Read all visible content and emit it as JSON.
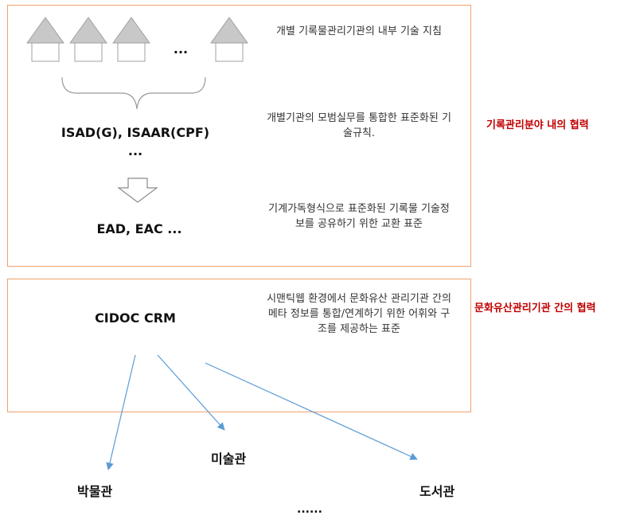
{
  "top_section": {
    "row1_desc": "개별 기록물관리기관의 내부 기술 지침",
    "houses_ellipsis": "...",
    "standards_label": "ISAD(G), ISAAR(CPF)",
    "standards_ellipsis": "...",
    "row2_desc": "개별기관의 모범실무를 통합한 표준화된 기술규칙.",
    "exchange_label": "EAD, EAC ...",
    "row3_desc": "기계가독형식으로 표준화된 기록물 기술정보를 공유하기 위한 교환 표준",
    "side_label": "기록관리분야 내의 협력"
  },
  "bottom_section": {
    "model_label": "CIDOC CRM",
    "desc": "시맨틱웹 환경에서 문화유산 관리기관 간의 메타 정보를 통합/연계하기 위한 어휘와 구조를 제공하는 표준",
    "side_label": "문화유산관리기관 간의 협력"
  },
  "institutions": {
    "museum": "박물관",
    "art_museum": "미술관",
    "library": "도서관",
    "more": "......"
  },
  "colors": {
    "panel_border": "#f0a070",
    "side_label": "#c00000",
    "arrow": "#5b9bd5",
    "house_fill": "#c8c8c8",
    "house_stroke": "#a0a0a0"
  }
}
